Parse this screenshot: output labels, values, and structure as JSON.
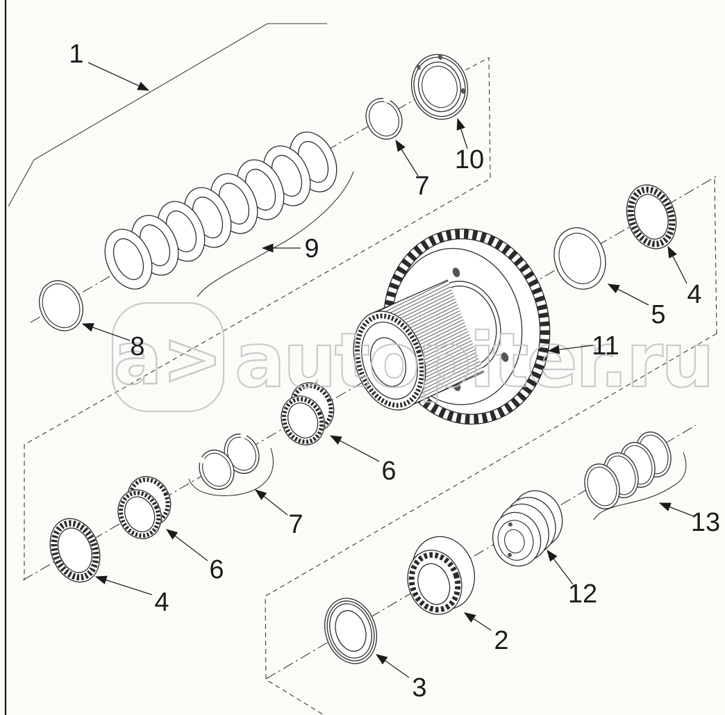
{
  "ink_color": "#2b2b2b",
  "background_color": "#fbfbf8",
  "watermark": {
    "logo": "a>",
    "site": "autopiter.ru",
    "color": "#c2c2c2"
  },
  "callouts": {
    "c1": {
      "label": "1"
    },
    "c2": {
      "label": "2"
    },
    "c3": {
      "label": "3"
    },
    "c4a": {
      "label": "4"
    },
    "c4b": {
      "label": "4"
    },
    "c5": {
      "label": "5"
    },
    "c6a": {
      "label": "6"
    },
    "c6b": {
      "label": "6"
    },
    "c7a": {
      "label": "7"
    },
    "c7b": {
      "label": "7"
    },
    "c8": {
      "label": "8"
    },
    "c9": {
      "label": "9"
    },
    "c10": {
      "label": "10"
    },
    "c11": {
      "label": "11"
    },
    "c12": {
      "label": "12"
    },
    "c13": {
      "label": "13"
    }
  }
}
